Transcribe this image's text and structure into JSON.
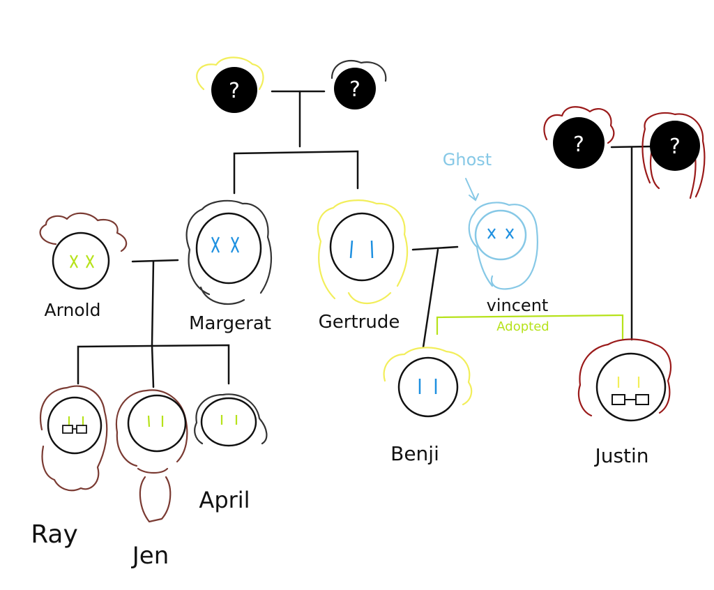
{
  "diagram": {
    "people": {
      "arnold": {
        "name": "Arnold"
      },
      "margerat": {
        "name": "Margerat"
      },
      "gertrude": {
        "name": "Gertrude"
      },
      "vincent": {
        "name": "vincent",
        "tag": "Ghost"
      },
      "benji": {
        "name": "Benji"
      },
      "justin": {
        "name": "Justin"
      },
      "ray": {
        "name": "Ray"
      },
      "jen": {
        "name": "Jen"
      },
      "april": {
        "name": "April"
      },
      "gp1": {
        "name": "?"
      },
      "gp2": {
        "name": "?"
      },
      "gp3": {
        "name": "?"
      },
      "gp4": {
        "name": "?"
      }
    },
    "adopted_label": "Adopted"
  },
  "colors": {
    "ink": "#111111",
    "unknown_fill": "#000000",
    "blonde": "#f2ee5a",
    "brown": "#7a3a32",
    "dark_red": "#9a1a1a",
    "gray": "#333333",
    "ghost": "#86c8e6",
    "eye_blue": "#1e90e0",
    "eye_lime": "#b6e21a",
    "adopted_line": "#b6e21a"
  }
}
